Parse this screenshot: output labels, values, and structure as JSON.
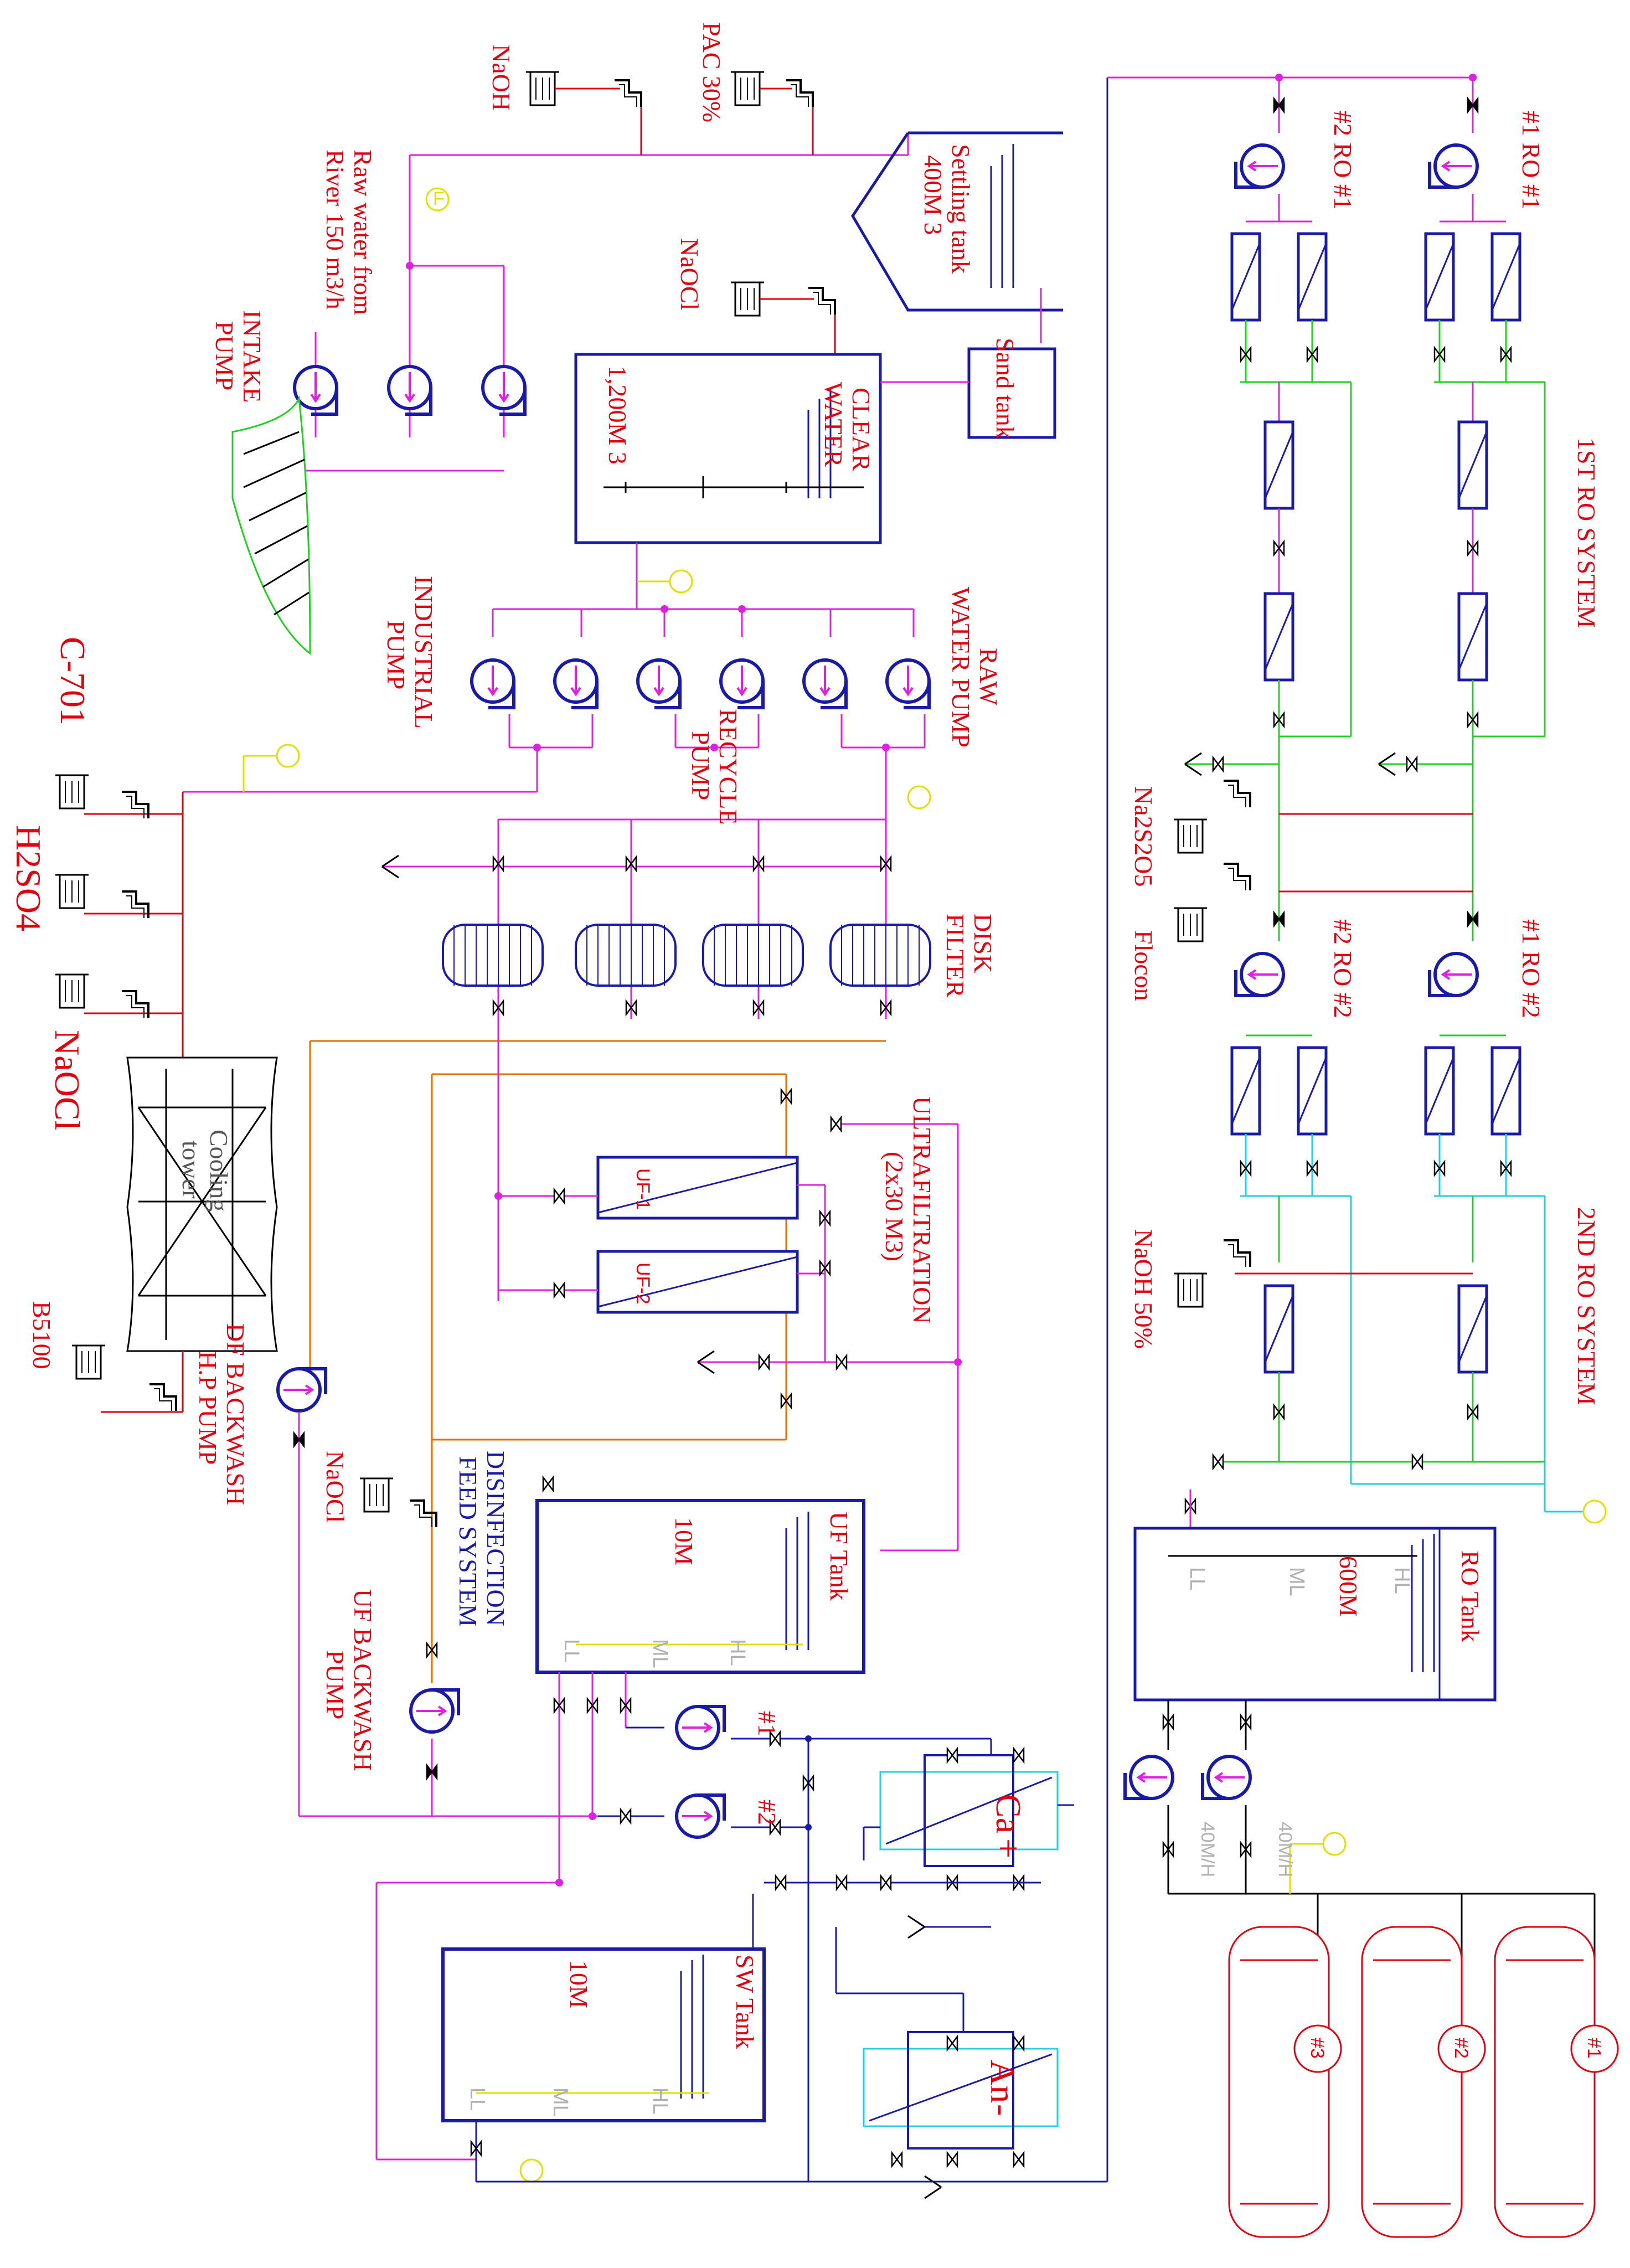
{
  "labels": {
    "naoh": "NaOH",
    "pac": "PAC 30%",
    "raw_water": "Raw water from",
    "river": "River 150 m3/h",
    "intake_pump": "INTAKE",
    "intake_pump2": "PUMP",
    "naocl_top": "NaOCl",
    "settling_tank": "Settling tank",
    "settling_vol": "400M 3",
    "sand_tank": "Sand tank",
    "clear_water": "CLEAR",
    "clear_water2": "WATER",
    "clear_vol": "1,200M 3",
    "industrial_pump": "INDUSTRIAL",
    "industrial_pump2": "PUMP",
    "recycle_pump": "RECYCLE",
    "recycle_pump2": "PUMP",
    "raw_water_pump": "RAW",
    "raw_water_pump2": "WATER PUMP",
    "disk_filter": "DISK",
    "disk_filter2": "FILTER",
    "c701": "C-701",
    "h2so4": "H2SO4",
    "naocl_left": "NaOCl",
    "cooling_tower": "Cooling",
    "cooling_tower2": "tower",
    "b5100": "B5100",
    "df_backwash": "DF BACKWASH",
    "df_backwash2": "H.P PUMP",
    "naocl_mid": "NaOCl",
    "disinfection": "DISINFECTION",
    "disinfection2": "FEED SYSTEM",
    "uf_backwash": "UF BACKWASH",
    "uf_backwash2": "PUMP",
    "uf1": "UF-1",
    "uf2": "UF-2",
    "ultrafiltration": "ULTRAFILTRATION",
    "ultrafiltration2": "(2x30 M3)",
    "uf_tank": "UF Tank",
    "uf_tank_vol": "10M",
    "sw_tank": "SW Tank",
    "sw_tank_vol": "10M",
    "pump1": "#1",
    "pump2": "#2",
    "ca": "Ca",
    "ca_sign": "+",
    "an": "An",
    "an_sign": "-",
    "ro2_1": "#2 RO #1",
    "ro1_1": "#1 RO #1",
    "first_ro": "1ST RO SYSTEM",
    "na2s2o5": "Na2S2O5",
    "flocon": "Flocon",
    "ro2_2": "#2 RO #2",
    "ro1_2": "#1 RO #2",
    "second_ro": "2ND RO SYSTEM",
    "naoh50": "NaOH 50%",
    "ro_tank": "RO Tank",
    "ro_tank_vol": "600M",
    "flow40a": "40M/H",
    "flow40b": "40M/H",
    "v1": "#1",
    "v2": "#2",
    "v3": "#3",
    "hl": "HL",
    "ml": "ML",
    "ll": "LL",
    "f": "F",
    "sup3": "3"
  },
  "colors": {
    "label_red": "#e0000f",
    "equipment_blue": "#1a1aa8",
    "pipe_magenta": "#e020e0",
    "pipe_green": "#20d020",
    "pipe_cyan": "#20d0e0",
    "pipe_orange": "#e07000",
    "instrument_yellow": "#e0e000"
  }
}
